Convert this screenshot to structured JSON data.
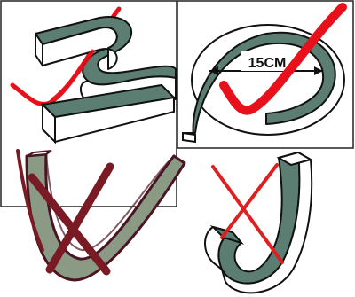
{
  "panels": [
    {
      "name": "s-shaped-strip",
      "mark": "correct-check"
    },
    {
      "name": "coiled-strip-with-dimension",
      "mark": "correct-check",
      "dimension_label": "15CM"
    },
    {
      "name": "v-shaped-strip",
      "mark": "incorrect-cross"
    },
    {
      "name": "j-shaped-strip",
      "mark": "incorrect-cross"
    }
  ],
  "colors": {
    "strip_face": "#5b7d72",
    "strip_light": "#ffffff",
    "outline": "#111111",
    "check_red": "#e8111b",
    "cross_red": "#e02020",
    "dark_red": "#7a1a24",
    "frame": "#222222"
  }
}
